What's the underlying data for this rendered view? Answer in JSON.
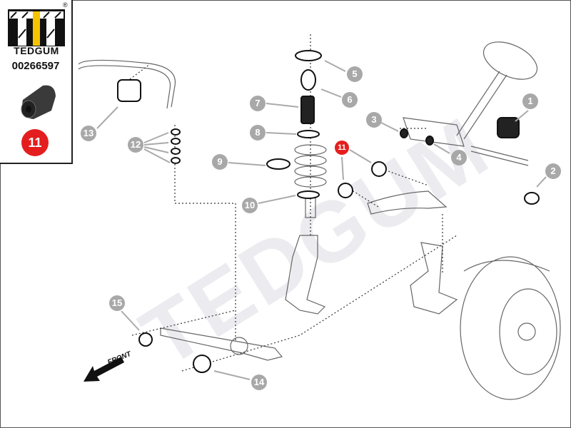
{
  "brand": {
    "name": "TEDGUM",
    "registered_mark": "®",
    "colors": {
      "logo_black": "#111111",
      "logo_yellow": "#f5c400"
    }
  },
  "part_number": "00266597",
  "selected_position": "11",
  "watermark": "TEDGUM",
  "front_label": "FRONT",
  "callouts": [
    "1",
    "2",
    "3",
    "4",
    "5",
    "6",
    "7",
    "8",
    "9",
    "10",
    "11",
    "12",
    "13",
    "14",
    "15"
  ],
  "colors": {
    "callout": "#a8a8a8",
    "selected": "#e41e1e"
  }
}
